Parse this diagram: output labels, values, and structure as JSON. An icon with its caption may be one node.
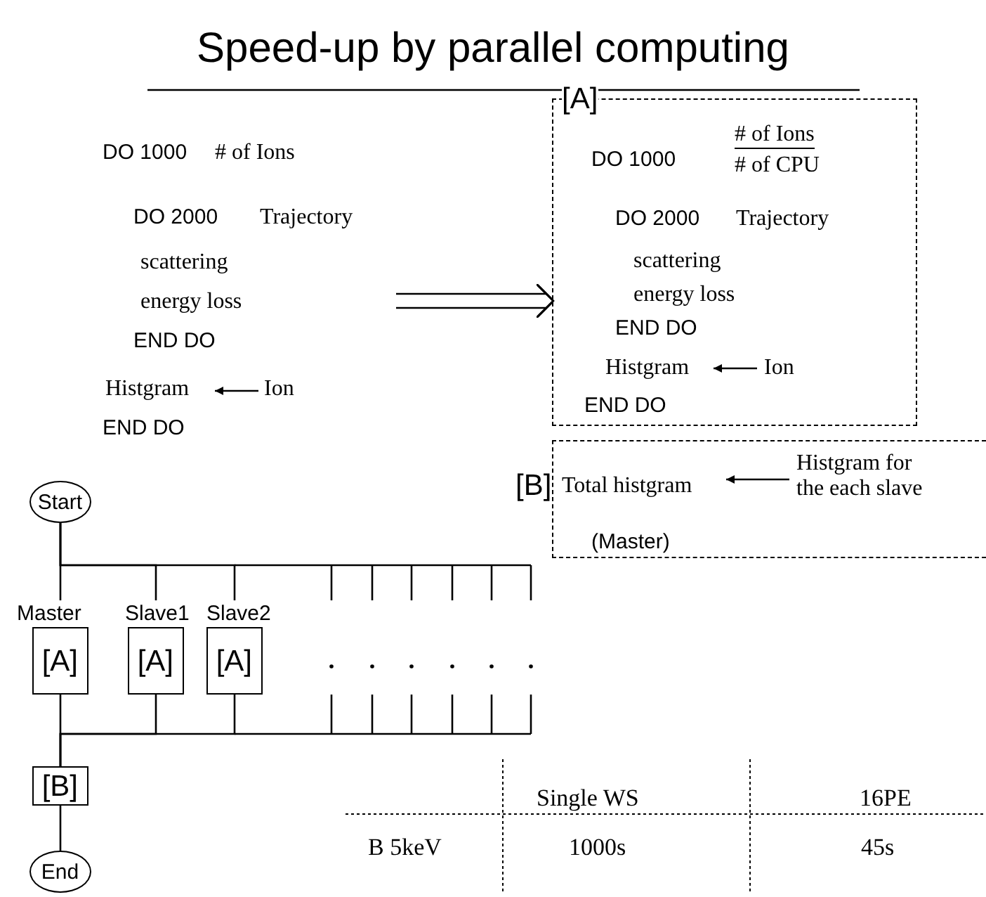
{
  "diagram": {
    "title": "Speed-up by parallel computing",
    "nodes": [
      {
        "text": [
          "DO 1000",
          "# of Ions",
          "DO 2000",
          "Trajectory",
          "scattering",
          "energy loss",
          "END DO",
          "END DO"
        ]
      },
      {
        "text": [
          "Histgram"
        ],
        "in": 0
      },
      {
        "text": [
          "Ion"
        ],
        "in": 0
      },
      {
        "text": [
          "[A]",
          "DO 1000",
          "# of Ions",
          "# of CPU",
          "DO 2000",
          "Trajectory",
          "scattering",
          "energy loss",
          "END DO",
          "END DO"
        ]
      },
      {
        "text": [
          "Histgram"
        ],
        "in": 3
      },
      {
        "text": [
          "Ion"
        ],
        "in": 3
      },
      {
        "text": [
          "[B]",
          "(Master)"
        ]
      },
      {
        "text": [
          "Total histgram"
        ],
        "in": 6
      },
      {
        "text": [
          "Histgram for the each slave"
        ],
        "in": 6
      },
      {
        "text": [
          "Start"
        ]
      },
      {
        "text": [
          "[A]"
        ],
        "beside": [
          "Master"
        ]
      },
      {
        "text": [
          "[A]"
        ],
        "beside": [
          "Slave1"
        ]
      },
      {
        "text": [
          "[A]"
        ],
        "beside": [
          "Slave2"
        ]
      },
      {
        "text": [
          "[B]"
        ]
      },
      {
        "text": [
          "End"
        ]
      }
    ],
    "edges": [
      {
        "from": 0,
        "to": 3,
        "arrow": "to"
      },
      {
        "from": 2,
        "to": 1,
        "arrow": "to"
      },
      {
        "from": 5,
        "to": 4,
        "arrow": "to"
      },
      {
        "from": 8,
        "to": 7,
        "arrow": "to"
      },
      {
        "from": 9,
        "to": 10,
        "arrow": "none"
      },
      {
        "from": 9,
        "to": 11,
        "arrow": "none"
      },
      {
        "from": 9,
        "to": 12,
        "arrow": "none"
      },
      {
        "from": 10,
        "to": 13,
        "arrow": "none"
      },
      {
        "from": 11,
        "to": 13,
        "arrow": "none"
      },
      {
        "from": 12,
        "to": 13,
        "arrow": "none"
      },
      {
        "from": 13,
        "to": 14,
        "arrow": "none"
      }
    ],
    "labels": [
      "Single WS",
      "16PE",
      "B 5keV",
      "1000s",
      "45s"
    ]
  }
}
